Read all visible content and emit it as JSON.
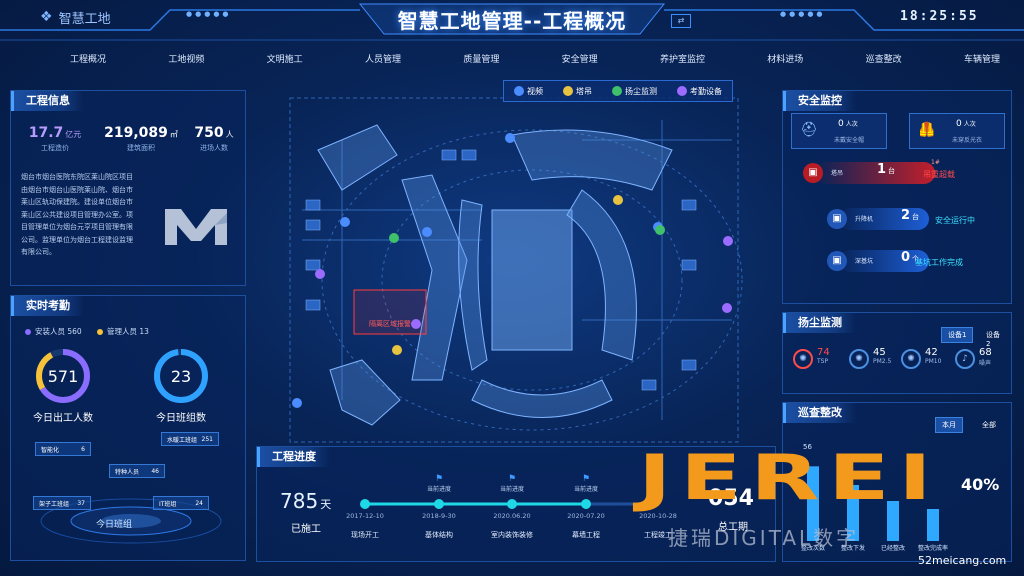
{
  "header": {
    "logo_text": "智慧工地",
    "title": "智慧工地管理--工程概况",
    "clock": "18:25:55"
  },
  "nav": [
    "工程概况",
    "工地视频",
    "文明施工",
    "人员管理",
    "质量管理",
    "安全管理",
    "养护室监控",
    "材料进场",
    "巡查整改",
    "车辆管理"
  ],
  "project_info": {
    "title": "工程信息",
    "stats": [
      {
        "value": "17.7",
        "unit": "亿元",
        "label": "工程造价",
        "color": "#b79cff"
      },
      {
        "value": "219,089",
        "unit": "㎡",
        "label": "建筑面积",
        "color": "#ffffff"
      },
      {
        "value": "750",
        "unit": "人",
        "label": "进场人数",
        "color": "#ffffff"
      }
    ],
    "description": "烟台市烟台医院东院区莱山院区项目由烟台市烟台山医院莱山院、烟台市莱山区轨动保建院。建设单位烟台市莱山区公共建设项目管理办公室。项目管理单位为烟台元亨项目管理有限公司。监理单位为烟台工程建设监理有限公司。"
  },
  "attendance": {
    "title": "实时考勤",
    "legend": [
      {
        "label": "安装人员 560",
        "color": "#8a6cff"
      },
      {
        "label": "管理人员 13",
        "color": "#f5c23a"
      }
    ],
    "rings": [
      {
        "value": "571",
        "label": "今日出工人数",
        "fraction": 0.92
      },
      {
        "value": "23",
        "label": "今日班组数",
        "fraction": 0.98
      }
    ],
    "teams": [
      {
        "label": "智能化",
        "count": "6"
      },
      {
        "label": "水暖工班组",
        "count": "251"
      },
      {
        "label": "特种人员",
        "count": "46"
      },
      {
        "label": "架子工班组",
        "count": "37"
      },
      {
        "label": "IT班组",
        "count": "24"
      }
    ],
    "today_team": "今日班组"
  },
  "map": {
    "legend": [
      {
        "label": "视频",
        "color": "#4b8cff"
      },
      {
        "label": "塔吊",
        "color": "#e8c341"
      },
      {
        "label": "扬尘监测",
        "color": "#3fc06b"
      },
      {
        "label": "考勤设备",
        "color": "#9b6cff"
      }
    ],
    "alert_label": "隔离区域报警"
  },
  "progress": {
    "title": "工程进度",
    "days": "785",
    "days_unit": "天",
    "built_label": "已施工",
    "milestones": [
      {
        "date": "2017-12-10",
        "name": "现场开工",
        "flag": ""
      },
      {
        "date": "2018-9-30",
        "name": "基体结构",
        "flag": "当前进度"
      },
      {
        "date": "2020.06.20",
        "name": "室内装饰装修",
        "flag": "当前进度"
      },
      {
        "date": "2020-07.20",
        "name": "幕墙工程",
        "flag": "当前进度"
      },
      {
        "date": "2020-10-28",
        "name": "工程竣工",
        "flag": ""
      }
    ],
    "total_label": "总工期",
    "total_value": "054"
  },
  "safety": {
    "title": "安全监控",
    "boxes": [
      {
        "value": "0",
        "unit": "人次",
        "label": "未戴安全帽"
      },
      {
        "value": "0",
        "unit": "人次",
        "label": "未穿反光衣"
      }
    ],
    "rows": [
      {
        "device": "塔吊",
        "count": "1",
        "unit": "台",
        "sub": "1#",
        "status": "吊重超载",
        "status_color": "#ff4a4a"
      },
      {
        "device": "升降机",
        "count": "2",
        "unit": "台",
        "sub": "",
        "status": "安全运行中",
        "status_color": "#39e0ff"
      },
      {
        "device": "深基坑",
        "count": "0",
        "unit": "个",
        "sub": "",
        "status": "基坑工作完成",
        "status_color": "#39e0ff"
      }
    ]
  },
  "dust": {
    "title": "扬尘监测",
    "tabs": [
      "设备1",
      "设备2"
    ],
    "items": [
      {
        "value": "74",
        "label": "TSP",
        "color": "#ff4a4a"
      },
      {
        "value": "45",
        "label": "PM2.5",
        "color": "#ffffff"
      },
      {
        "value": "42",
        "label": "PM10",
        "color": "#ffffff"
      },
      {
        "value": "68",
        "label": "噪声",
        "color": "#ffffff"
      }
    ]
  },
  "inspection": {
    "title": "巡查整改",
    "tabs": [
      "本月",
      "全部"
    ],
    "top_value": "56",
    "percent": "40%",
    "bars": [
      {
        "label": "整改次数",
        "value": 56
      },
      {
        "label": "整改下发",
        "value": 42
      },
      {
        "label": "已经整改",
        "value": 30
      },
      {
        "label": "整改完成率",
        "value": 24
      }
    ]
  },
  "watermark": {
    "brand": "JEREI",
    "subtitle": "捷瑞DIGITAL数字",
    "site": "52meicang.com"
  }
}
